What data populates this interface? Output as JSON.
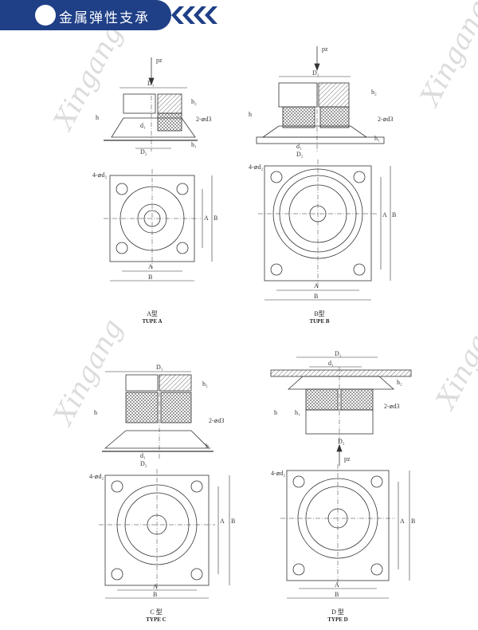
{
  "header": {
    "title": "金属弹性支承",
    "brand_color": "#1f3f87"
  },
  "watermark": {
    "text": "Xingang"
  },
  "labels": {
    "pz": "pz",
    "d1_upper": "D₁",
    "d1_lower": "d₁",
    "d2": "D₂",
    "h": "h",
    "h1": "h₁",
    "h2": "h₂",
    "d3": "2-⌀d3",
    "d2_holes": "4-⌀d₂",
    "a": "A",
    "b": "B"
  },
  "types": [
    {
      "cn": "A型",
      "en": "TUPE A"
    },
    {
      "cn": "B型",
      "en": "TUPE B"
    },
    {
      "cn": "C 型",
      "en": "TYPE C"
    },
    {
      "cn": "D 型",
      "en": "TYPE D"
    }
  ]
}
